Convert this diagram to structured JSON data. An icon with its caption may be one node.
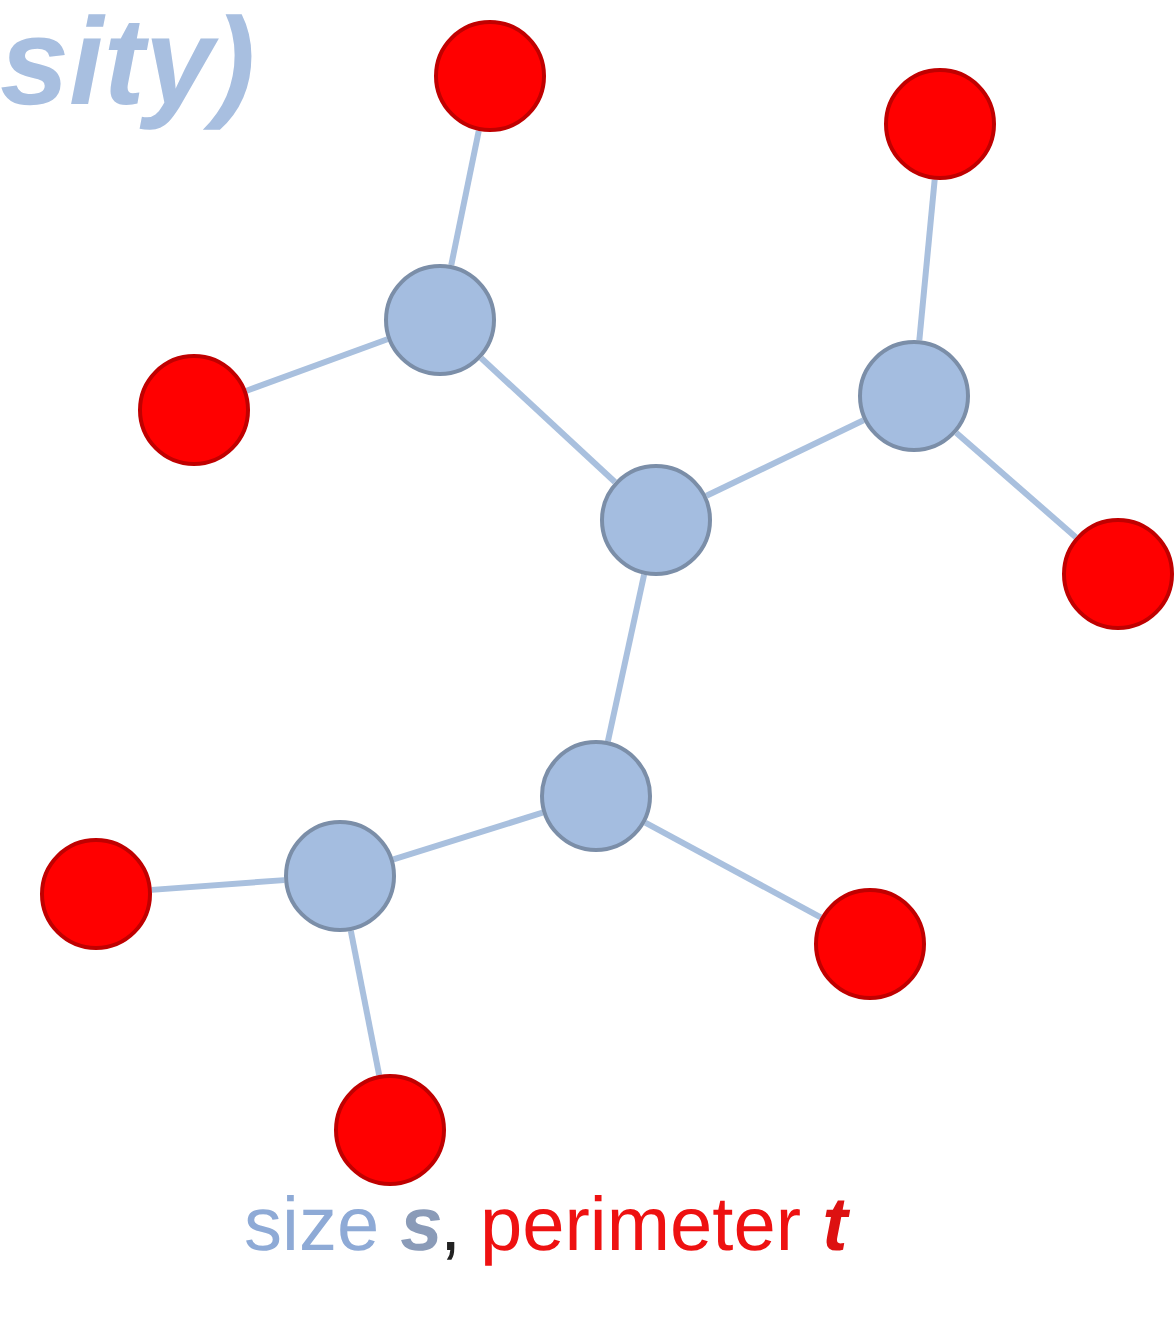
{
  "diagram": {
    "nodes": [
      {
        "text": [],
        "shape": "circle"
      },
      {
        "text": [],
        "shape": "circle"
      },
      {
        "text": [],
        "shape": "circle"
      },
      {
        "text": [],
        "shape": "circle"
      },
      {
        "text": [],
        "shape": "circle"
      },
      {
        "text": [],
        "shape": "circle"
      },
      {
        "text": [],
        "shape": "circle"
      },
      {
        "text": [],
        "shape": "circle"
      },
      {
        "text": [],
        "shape": "circle"
      },
      {
        "text": [],
        "shape": "circle"
      },
      {
        "text": [],
        "shape": "circle"
      },
      {
        "text": [],
        "shape": "circle"
      }
    ],
    "edges": [
      {
        "from": 0,
        "to": 2,
        "arrow": "none"
      },
      {
        "from": 4,
        "to": 2,
        "arrow": "none"
      },
      {
        "from": 2,
        "to": 5,
        "arrow": "none"
      },
      {
        "from": 1,
        "to": 3,
        "arrow": "none"
      },
      {
        "from": 3,
        "to": 5,
        "arrow": "none"
      },
      {
        "from": 3,
        "to": 6,
        "arrow": "none"
      },
      {
        "from": 5,
        "to": 7,
        "arrow": "none"
      },
      {
        "from": 7,
        "to": 8,
        "arrow": "none"
      },
      {
        "from": 7,
        "to": 10,
        "arrow": "none"
      },
      {
        "from": 8,
        "to": 9,
        "arrow": "none"
      },
      {
        "from": 8,
        "to": 11,
        "arrow": "none"
      }
    ],
    "labels": [
      "sity)",
      "size **s**",
      ",",
      "perimeter **t**"
    ]
  }
}
